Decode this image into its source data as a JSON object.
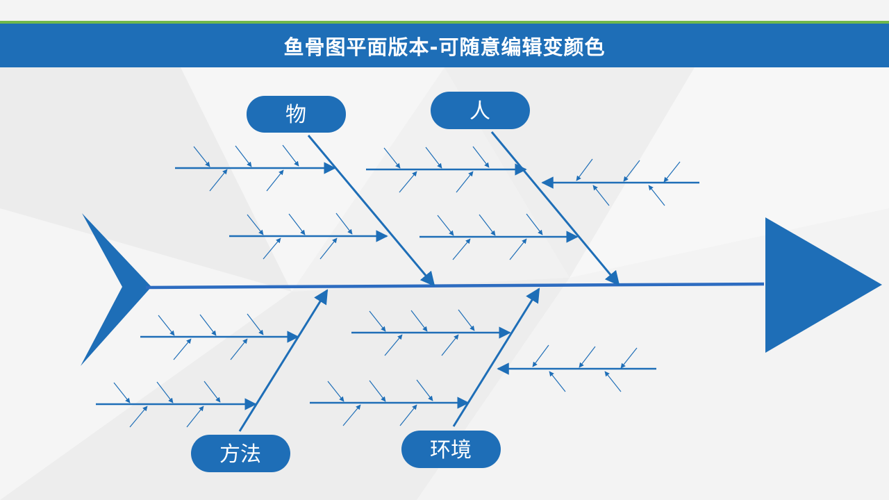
{
  "header": {
    "title": "鱼骨图平面版本-可随意编辑变颜色"
  },
  "colors": {
    "primary": "#1e6eb7",
    "accent": "#70b84b",
    "background": "#f1f1f1"
  },
  "categories": {
    "material": "物",
    "people": "人",
    "method": "方法",
    "environment": "环境"
  }
}
